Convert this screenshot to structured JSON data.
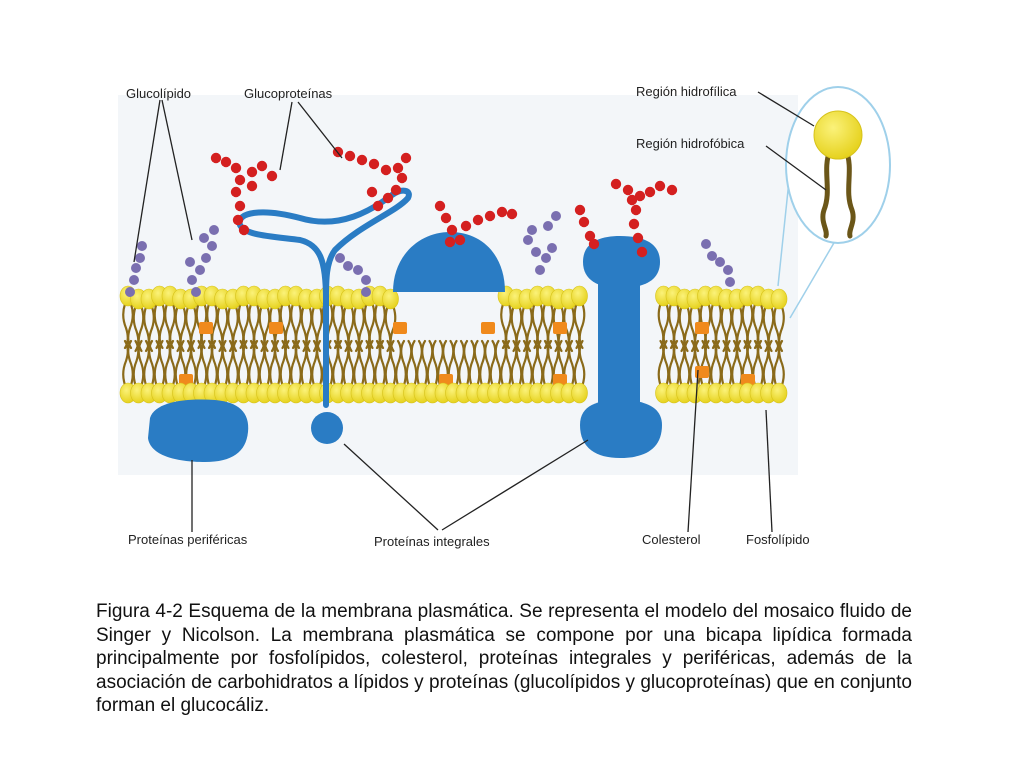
{
  "diagram": {
    "labels": {
      "glycolipid": "Glucolípido",
      "glycoproteins": "Glucoproteínas",
      "hydrophilic_region": "Región hidrofílica",
      "hydrophobic_region": "Región hidrofóbica",
      "peripheral_proteins": "Proteínas periféricas",
      "integral_proteins": "Proteínas integrales",
      "cholesterol": "Colesterol",
      "phospholipid": "Fosfolípido"
    },
    "colors": {
      "head": "#f2e23a",
      "tail": "#8a6a1a",
      "protein": "#2a7cc4",
      "sugar_red": "#d42020",
      "sugar_purple": "#7a6fb0",
      "cholesterol": "#f08a1c",
      "inset": "#9fd0ea"
    }
  },
  "caption": {
    "text": "Figura 4-2 Esquema de la membrana plasmática. Se representa el modelo del mosaico fluido de Singer y Nicolson. La membrana plasmática se compone por una bicapa lipídica formada principalmente por fosfolípidos, colesterol, proteínas integrales y periféricas, además de la asociación de carbohidratos a lípidos y proteínas (glucolípidos y glucoproteínas) que en conjunto forman el glucocáliz."
  }
}
